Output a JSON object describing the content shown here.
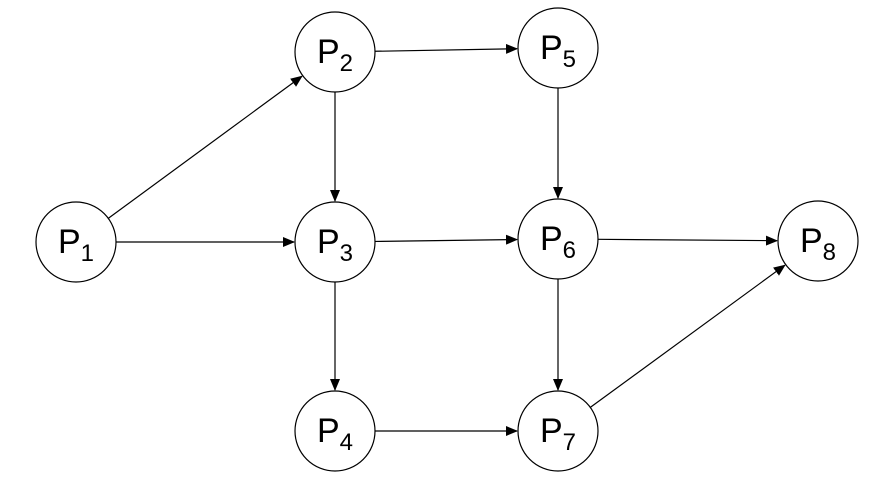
{
  "diagram": {
    "type": "directed-graph",
    "nodes": [
      {
        "id": "P1",
        "label": "P",
        "sub": "1"
      },
      {
        "id": "P2",
        "label": "P",
        "sub": "2"
      },
      {
        "id": "P3",
        "label": "P",
        "sub": "3"
      },
      {
        "id": "P4",
        "label": "P",
        "sub": "4"
      },
      {
        "id": "P5",
        "label": "P",
        "sub": "5"
      },
      {
        "id": "P6",
        "label": "P",
        "sub": "6"
      },
      {
        "id": "P7",
        "label": "P",
        "sub": "7"
      },
      {
        "id": "P8",
        "label": "P",
        "sub": "8"
      }
    ],
    "edges": [
      {
        "from": "P1",
        "to": "P2"
      },
      {
        "from": "P1",
        "to": "P3"
      },
      {
        "from": "P2",
        "to": "P3"
      },
      {
        "from": "P2",
        "to": "P5"
      },
      {
        "from": "P3",
        "to": "P4"
      },
      {
        "from": "P3",
        "to": "P6"
      },
      {
        "from": "P5",
        "to": "P6"
      },
      {
        "from": "P4",
        "to": "P7"
      },
      {
        "from": "P6",
        "to": "P7"
      },
      {
        "from": "P6",
        "to": "P8"
      },
      {
        "from": "P7",
        "to": "P8"
      }
    ],
    "colors": {
      "stroke": "#000000",
      "fill": "#ffffff"
    }
  }
}
